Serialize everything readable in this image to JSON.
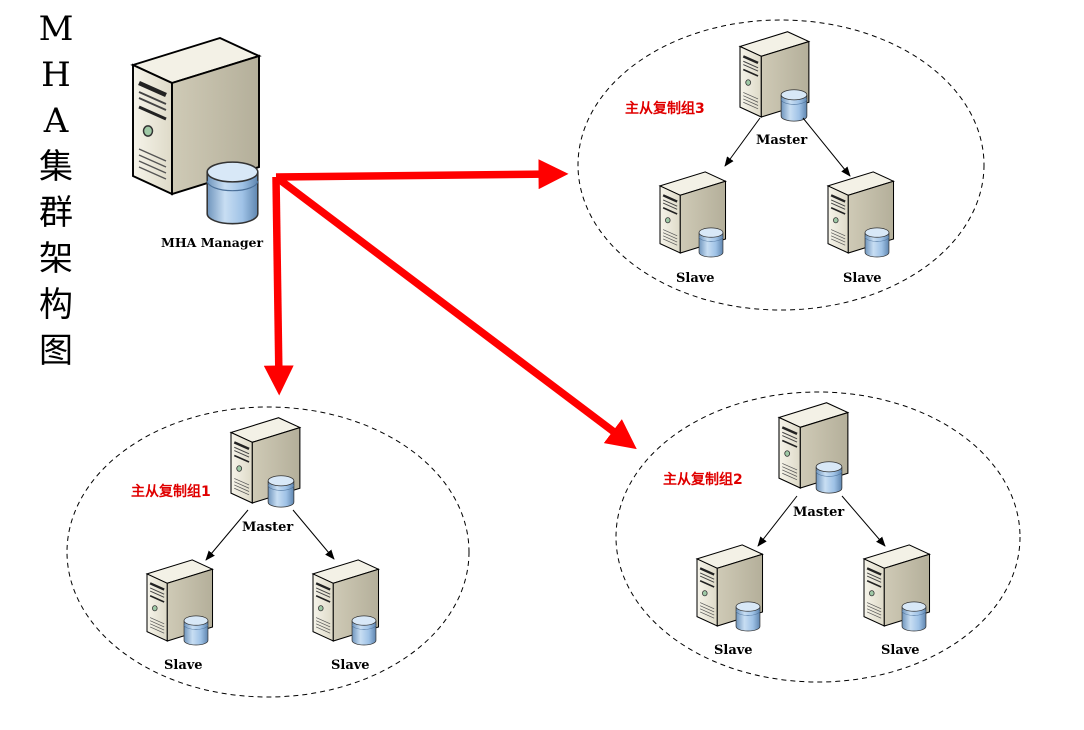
{
  "title_chars": [
    "M",
    "H",
    "A",
    "集",
    "群",
    "架",
    "构",
    "图"
  ],
  "manager": {
    "label": "MHA Manager"
  },
  "groups": [
    {
      "name": "主从复制组1",
      "master": "Master",
      "slaves": [
        "Slave",
        "Slave"
      ]
    },
    {
      "name": "主从复制组2",
      "master": "Master",
      "slaves": [
        "Slave",
        "Slave"
      ]
    },
    {
      "name": "主从复制组3",
      "master": "Master",
      "slaves": [
        "Slave",
        "Slave"
      ]
    }
  ],
  "colors": {
    "arrow": "#ff0000",
    "group_label": "#e00000",
    "server_body": "#ece9dc",
    "db": "#9fc2e6"
  },
  "icons": [
    "server-icon",
    "database-icon"
  ]
}
